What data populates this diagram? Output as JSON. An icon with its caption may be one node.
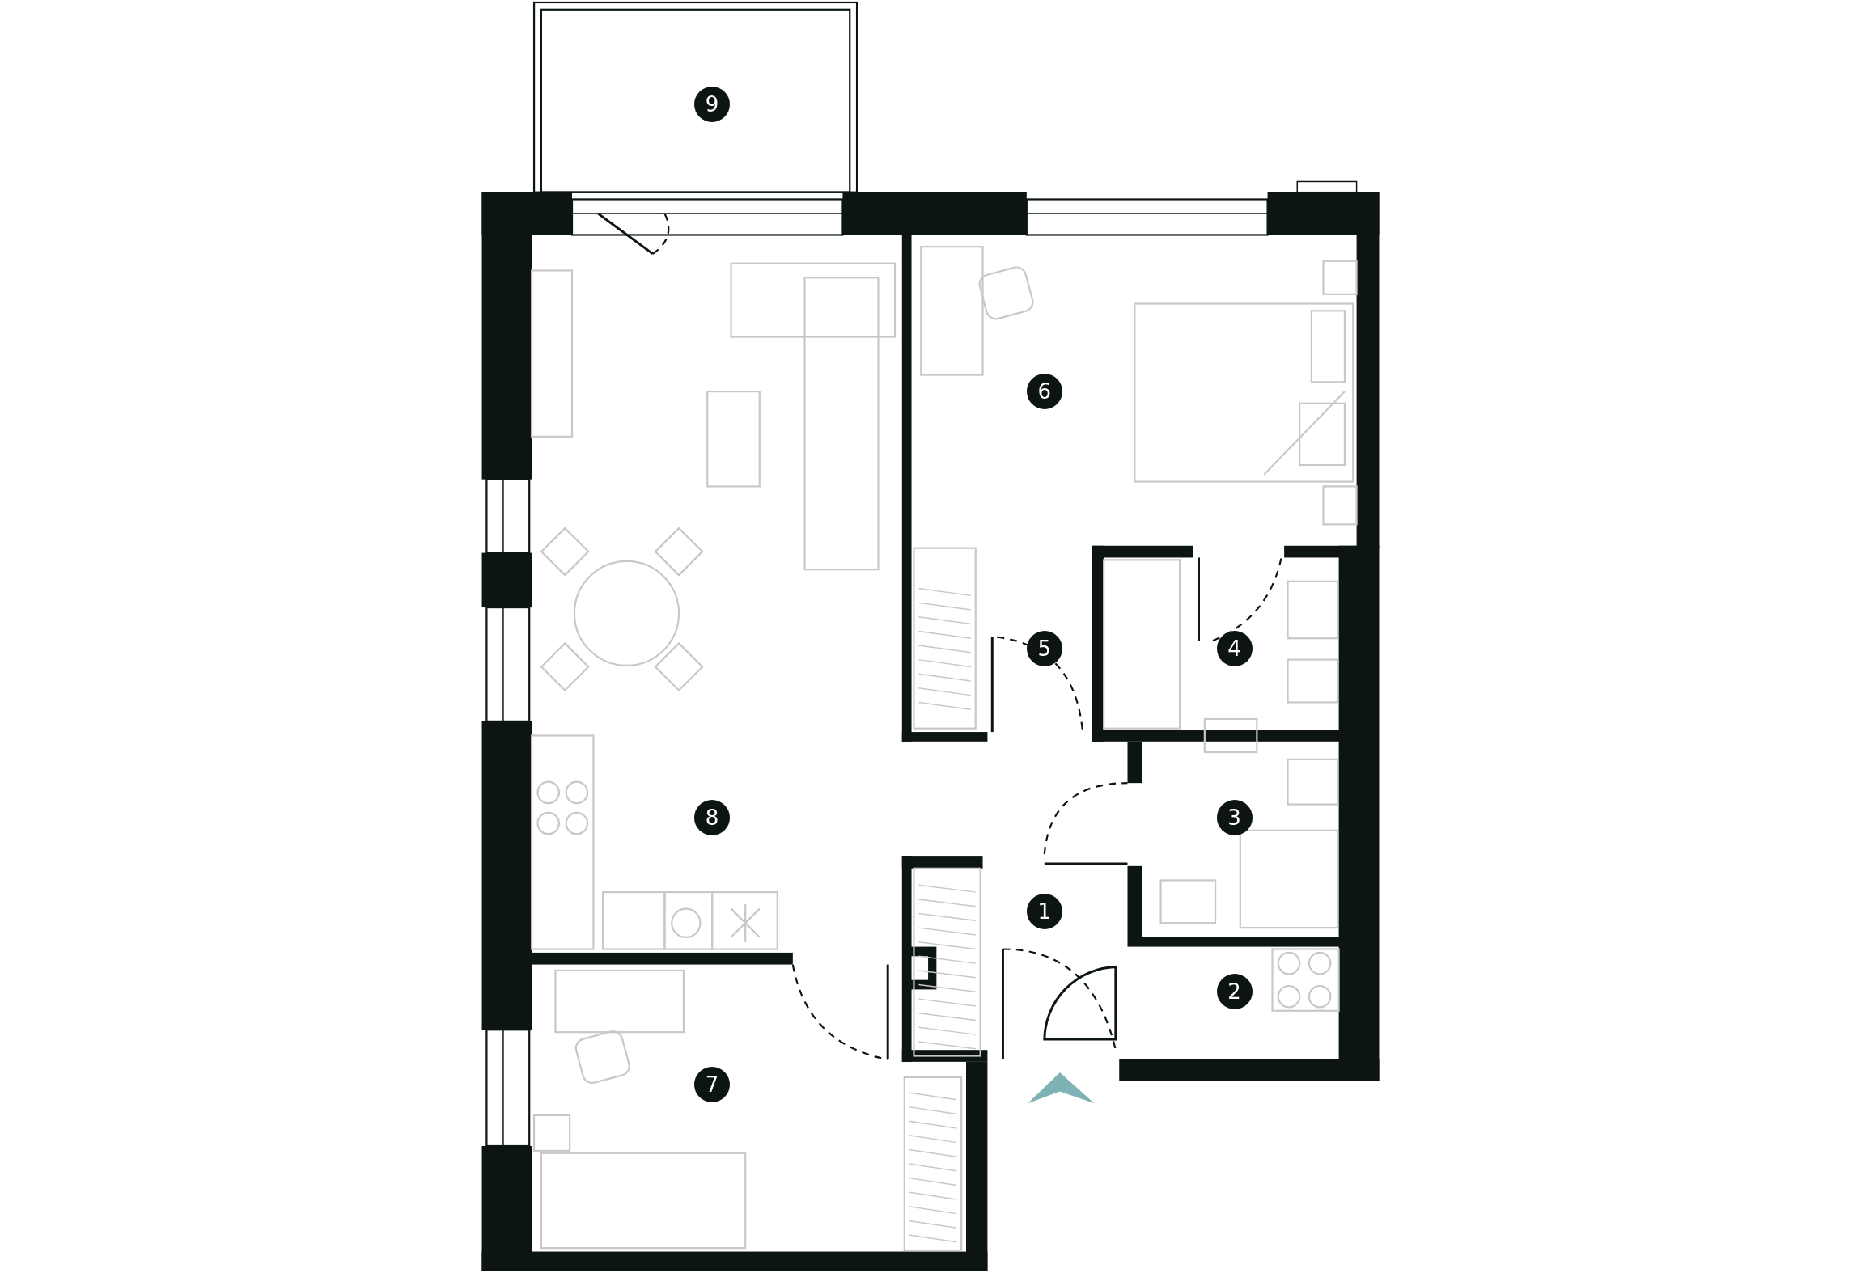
{
  "diagram": {
    "labels": [
      "9",
      "6",
      "5",
      "4",
      "8",
      "3",
      "1",
      "2",
      "7"
    ]
  }
}
